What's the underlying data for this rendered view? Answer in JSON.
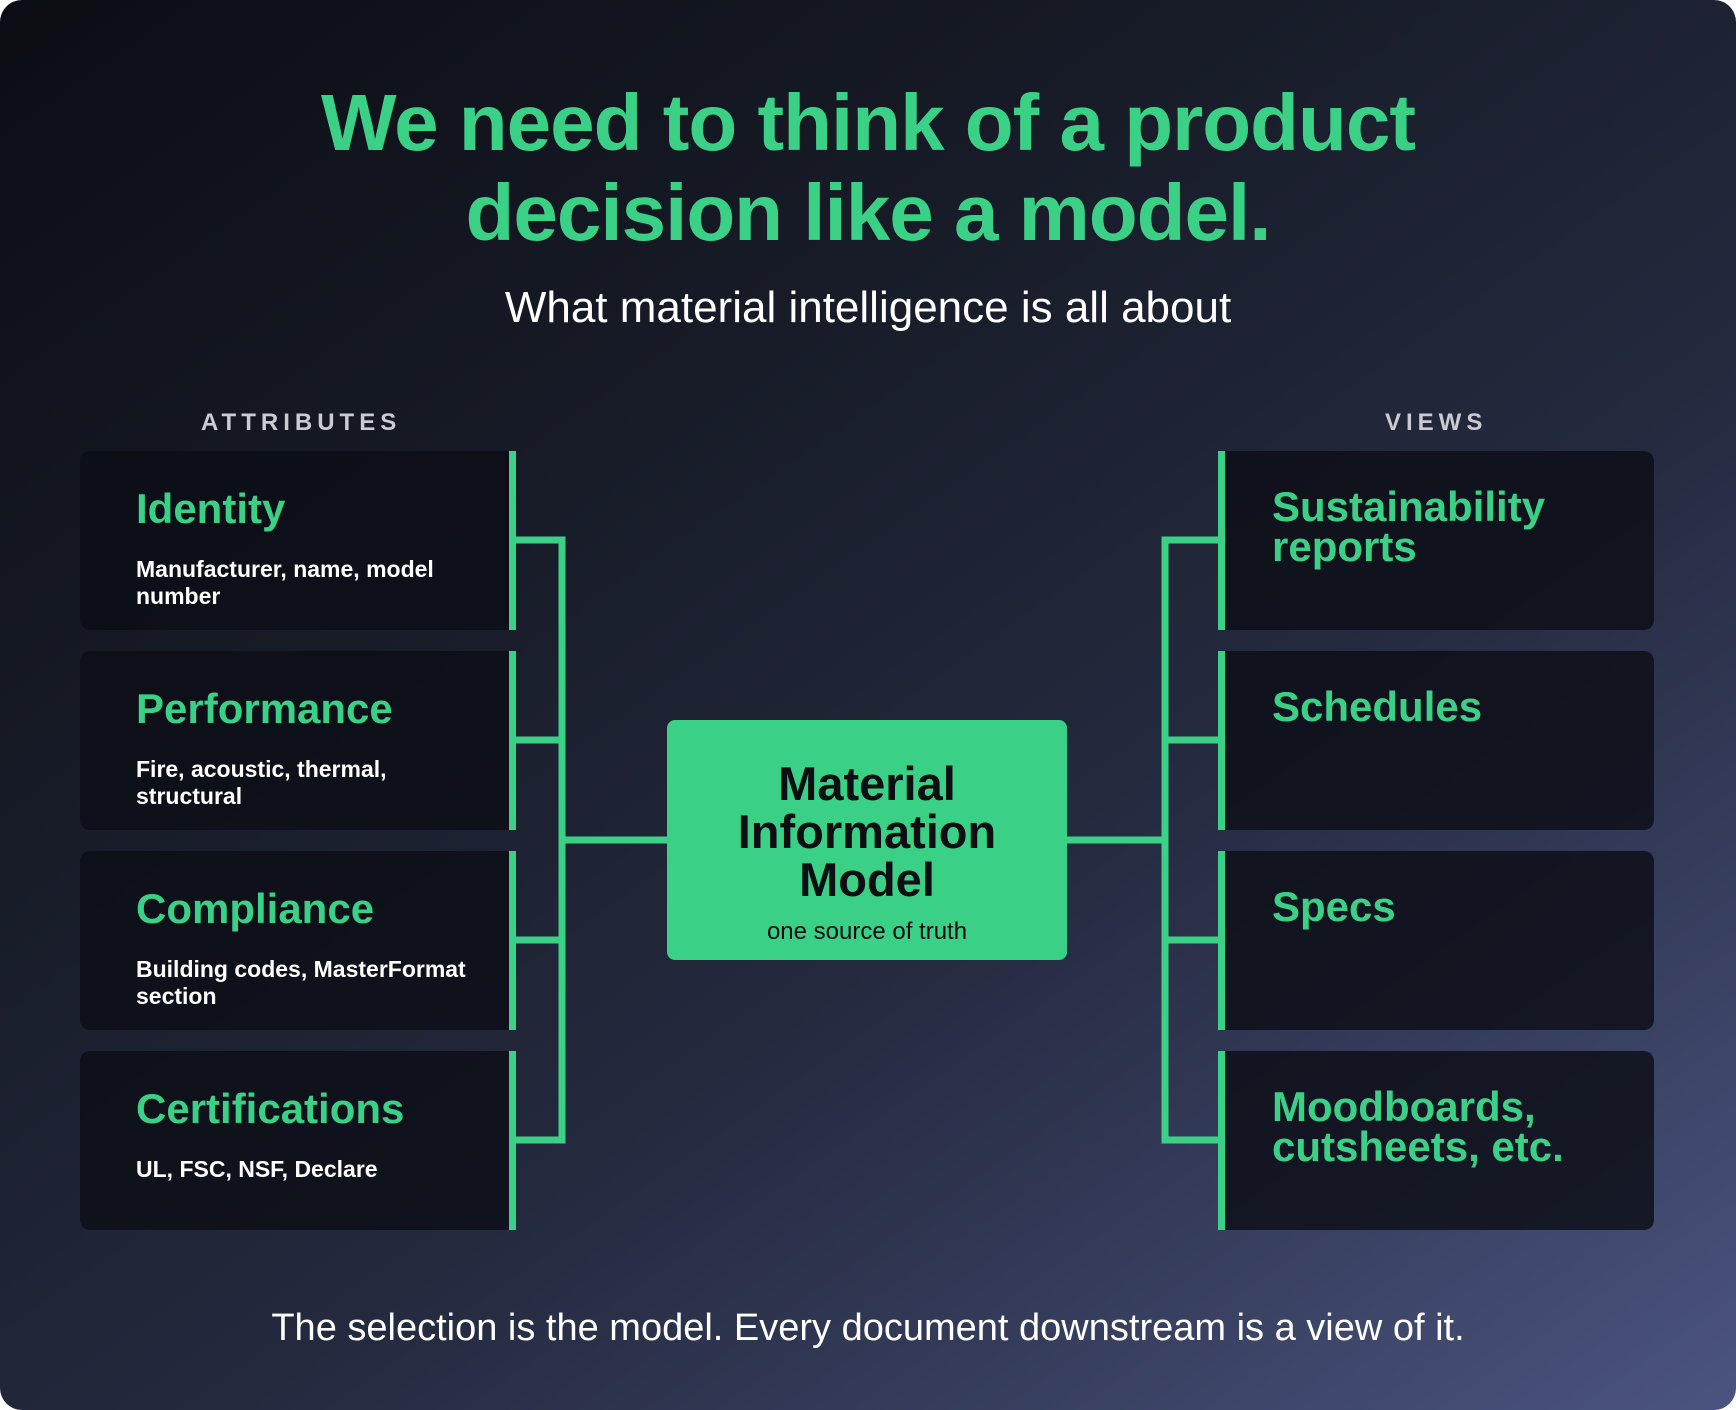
{
  "headline": {
    "line1": "We need to think of a product",
    "line2": "decision like a model."
  },
  "subtitle": "What material intelligence is all about",
  "attributes": {
    "label": "ATTRIBUTES",
    "items": [
      {
        "title": "Identity",
        "description": "Manufacturer, name, model number"
      },
      {
        "title": "Performance",
        "description": "Fire, acoustic, thermal, structural"
      },
      {
        "title": "Compliance",
        "description": "Building codes, MasterFormat section"
      },
      {
        "title": "Certifications",
        "description": "UL, FSC, NSF, Declare"
      }
    ]
  },
  "views": {
    "label": "VIEWS",
    "items": [
      {
        "title": "Sustainability reports"
      },
      {
        "title": "Schedules"
      },
      {
        "title": "Specs"
      },
      {
        "title": "Moodboards, cutsheets, etc."
      }
    ]
  },
  "center": {
    "title_line1": "Material",
    "title_line2": "Information",
    "title_line3": "Model",
    "subtitle": "one source of truth"
  },
  "footer": "The selection is the model. Every document downstream is a view of it.",
  "colors": {
    "accent": "#3ad187",
    "card_background": "#0d0f17",
    "text": "#ffffff"
  }
}
